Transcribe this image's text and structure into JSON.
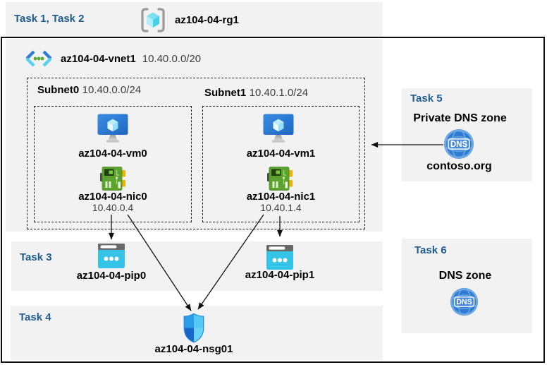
{
  "header_band": {
    "task_label": "Task 1, Task 2",
    "rg_name": "az104-04-rg1"
  },
  "vnet": {
    "name": "az104-04-vnet1",
    "cidr": "10.40.0.0/20",
    "subnets": [
      {
        "name": "Subnet0",
        "cidr": "10.40.0.0/24",
        "vm": "az104-04-vm0",
        "nic": "az104-04-nic0",
        "nic_ip": "10.40.0.4"
      },
      {
        "name": "Subnet1",
        "cidr": "10.40.1.0/24",
        "vm": "az104-04-vm1",
        "nic": "az104-04-nic1",
        "nic_ip": "10.40.1.4"
      }
    ]
  },
  "task3": {
    "label": "Task 3",
    "pip0": "az104-04-pip0",
    "pip1": "az104-04-pip1"
  },
  "task4": {
    "label": "Task 4",
    "nsg": "az104-04-nsg01"
  },
  "task5": {
    "label": "Task 5",
    "title": "Private DNS zone",
    "zone": "contoso.org"
  },
  "task6": {
    "label": "Task 6",
    "title": "DNS zone"
  },
  "icons": {
    "resource_group": "resource-group-icon",
    "virtual_network": "virtual-network-icon",
    "virtual_machine": "vm-icon",
    "network_interface": "nic-icon",
    "public_ip": "public-ip-icon",
    "nsg": "nsg-shield-icon",
    "dns": "dns-globe-icon"
  },
  "colors": {
    "task_label_blue": "#1e5c90",
    "panel_gray": "#f2f2f2",
    "border_black": "#0d0d0d",
    "vm_blue": "#2b7ad4",
    "nic_green": "#5ba22f",
    "pip_cyan": "#35c3e8",
    "dns_blue": "#2f7cd4",
    "shield_blue": "#2d9ce8"
  }
}
